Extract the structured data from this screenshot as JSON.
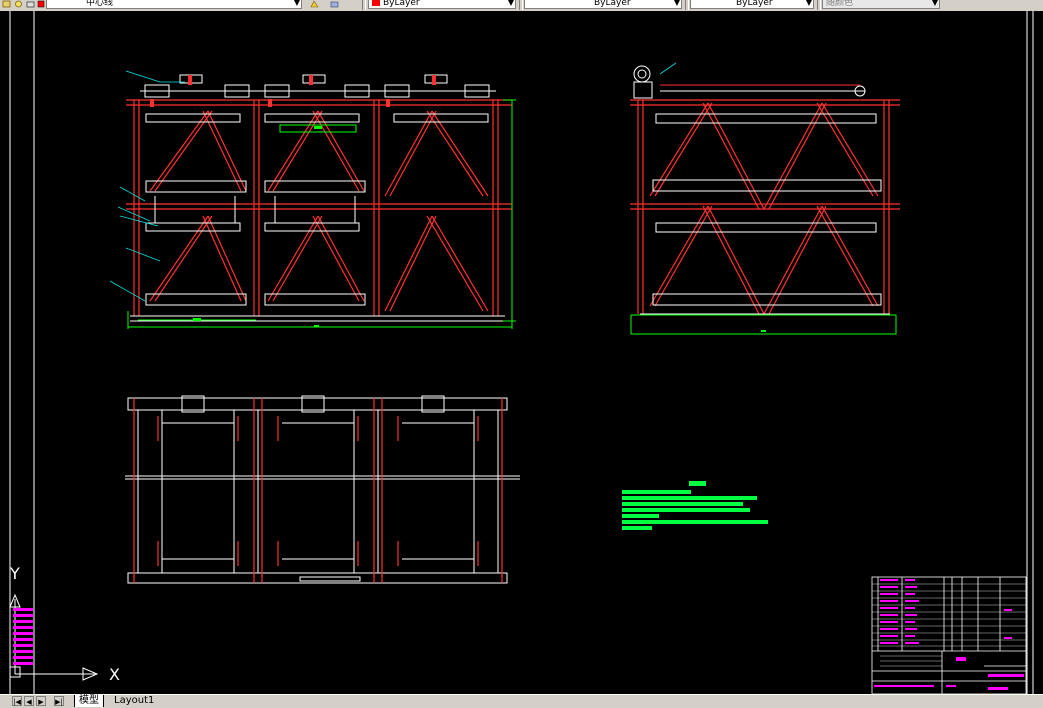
{
  "toolbar": {
    "layer_name": "中心线",
    "color_control": "ByLayer",
    "linetype_control": "ByLayer",
    "lineweight_control": "ByLayer",
    "plotstyle_control": "随颜色"
  },
  "ucs": {
    "x_label": "X",
    "y_label": "Y"
  },
  "tabs": [
    {
      "label": "模型",
      "active": true
    },
    {
      "label": "Layout1",
      "active": false
    }
  ],
  "colors": {
    "background": "#000000",
    "frame_red": "#ff3030",
    "frame_white": "#ffffff",
    "dimension_green": "#00ff00",
    "titleblock_magenta": "#ff00ff",
    "notes_green": "#00ff40"
  }
}
